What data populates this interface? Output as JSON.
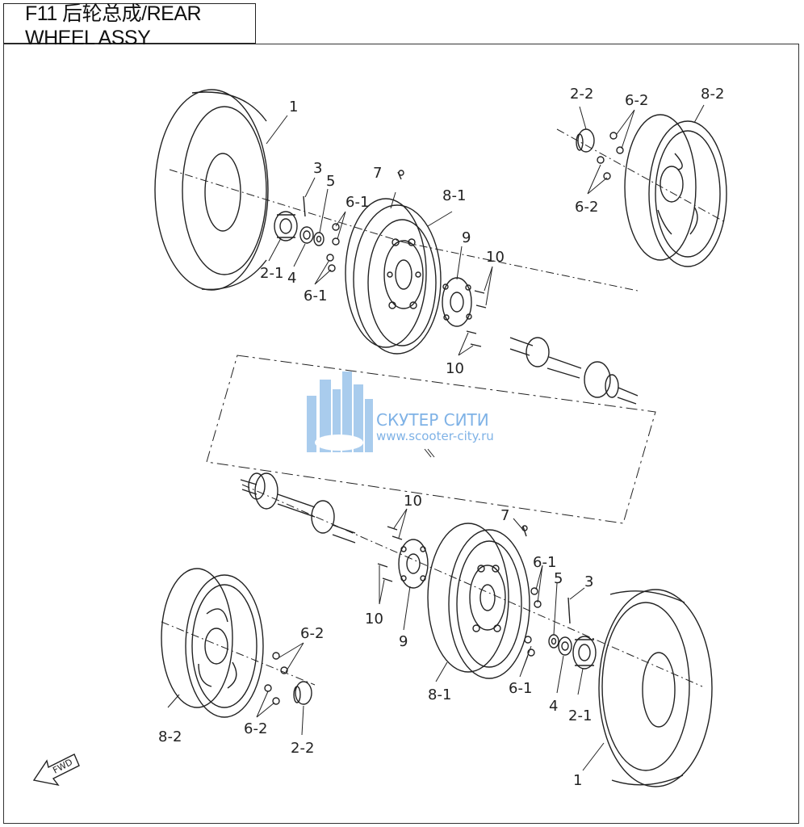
{
  "title": "F11 后轮总成/REAR WHEEL ASSY",
  "watermark": {
    "name": "СКУТЕР СИТИ",
    "url": "www.scooter-city.ru",
    "color": "#8dbbe8"
  },
  "fwd_label": "FWD",
  "callouts": {
    "c1a": "1",
    "c1b": "1",
    "c2_1a": "2-1",
    "c2_1b": "2-1",
    "c2_2a": "2-2",
    "c2_2b": "2-2",
    "c3a": "3",
    "c3b": "3",
    "c4a": "4",
    "c4b": "4",
    "c5a": "5",
    "c5b": "5",
    "c6_1a": "6-1",
    "c6_1b": "6-1",
    "c6_1c": "6-1",
    "c6_1d": "6-1",
    "c6_2a": "6-2",
    "c6_2b": "6-2",
    "c6_2c": "6-2",
    "c6_2d": "6-2",
    "c7a": "7",
    "c7b": "7",
    "c8_1a": "8-1",
    "c8_1b": "8-1",
    "c8_2a": "8-2",
    "c8_2b": "8-2",
    "c9a": "9",
    "c9b": "9",
    "c10a": "10",
    "c10b": "10",
    "c10c": "10",
    "c10d": "10"
  }
}
